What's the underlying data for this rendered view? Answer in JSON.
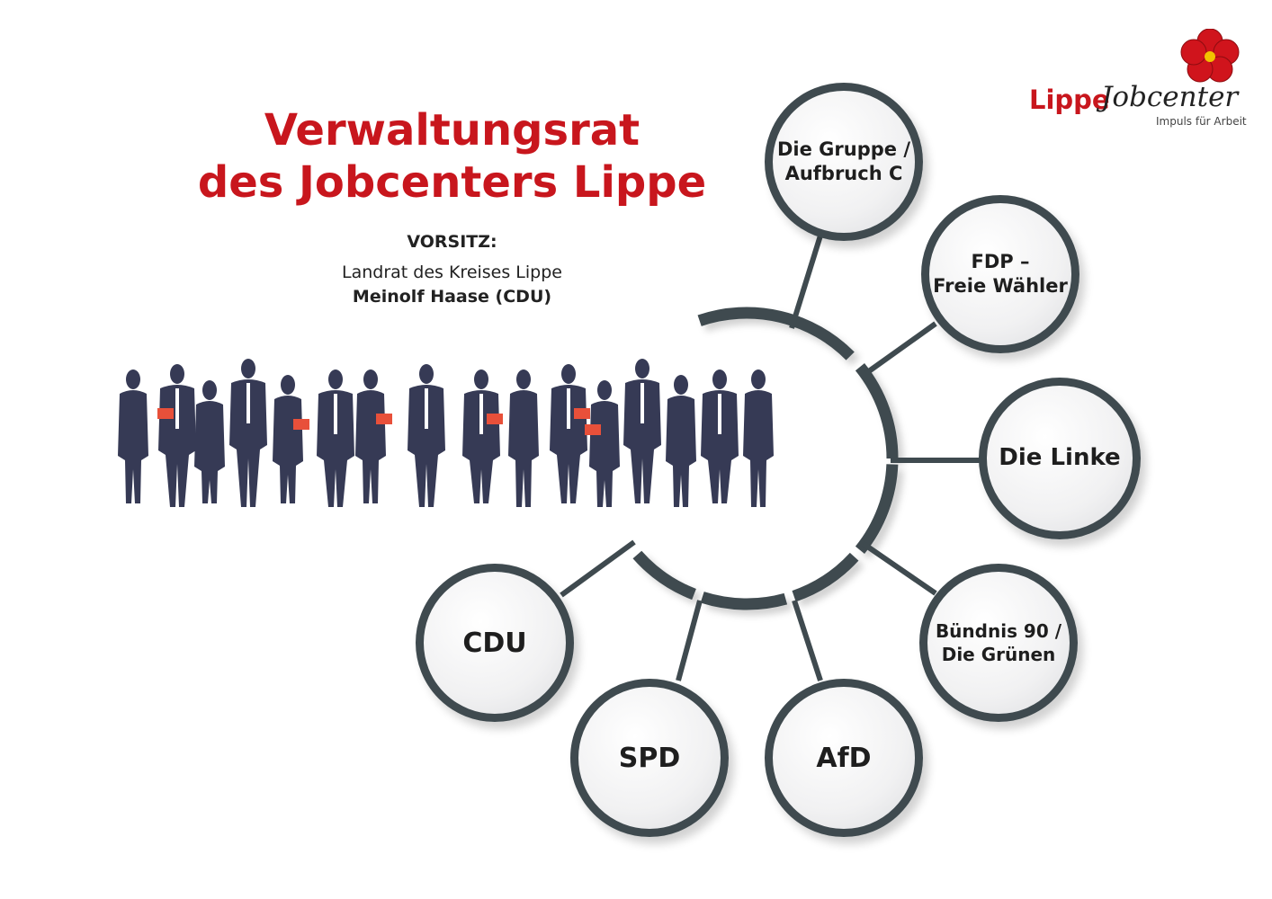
{
  "header": {
    "title_line1": "Verwaltungsrat",
    "title_line2": "des Jobcenters Lippe",
    "chair_label": "VORSITZ:",
    "chair_role": "Landrat des Kreises Lippe",
    "chair_name": "Meinolf Haase (CDU)"
  },
  "logo": {
    "brand_red": "Lippe",
    "brand_script": "Jobcenter",
    "tagline": "Impuls für Arbeit"
  },
  "colors": {
    "accent": "#c8161d",
    "ring": "#3f4a4f",
    "silhouette": "#363a55",
    "folder": "#e8503a"
  },
  "parties": [
    {
      "label": "Die Gruppe /\nAufbruch C"
    },
    {
      "label": "FDP –\nFreie Wähler"
    },
    {
      "label": "Die Linke"
    },
    {
      "label": "Bündnis 90 /\nDie Grünen"
    },
    {
      "label": "AfD"
    },
    {
      "label": "SPD"
    },
    {
      "label": "CDU"
    }
  ]
}
